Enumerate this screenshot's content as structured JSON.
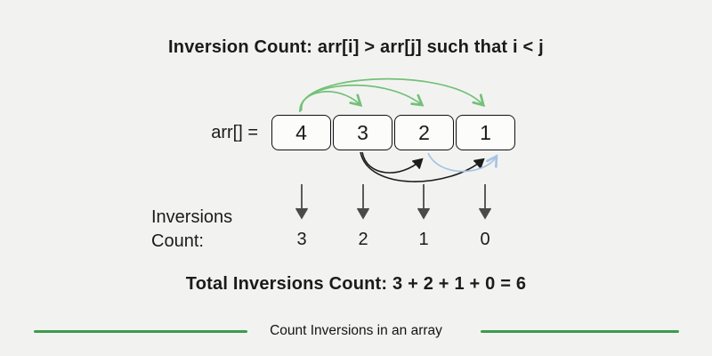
{
  "title": "Inversion Count: arr[i] > arr[j] such that i < j",
  "array": {
    "label": "arr[] =",
    "values": [
      "4",
      "3",
      "2",
      "1"
    ]
  },
  "inversions": {
    "label_line1": "Inversions",
    "label_line2": "Count:",
    "counts": [
      "3",
      "2",
      "1",
      "0"
    ]
  },
  "total": "Total Inversions Count: 3 + 2 + 1 + 0 = 6",
  "caption": "Count Inversions in an array",
  "arrows": {
    "green_meaning": "inversions of 4: (4,3) (4,2) (4,1)",
    "black_meaning": "inversions of 3: (3,2) (3,1)",
    "blue_meaning": "inversion of 2: (2,1)"
  },
  "colors": {
    "background": "#f2f3f1",
    "text": "#1b1b1b",
    "green_arrow": "#74c078",
    "black_arrow": "#1d1d1d",
    "blue_arrow": "#a8c4e5",
    "gray_arrow": "#4a4a4a",
    "divider_green": "#3d9b4e",
    "box_border": "#101010",
    "box_fill": "#fcfcfb"
  }
}
